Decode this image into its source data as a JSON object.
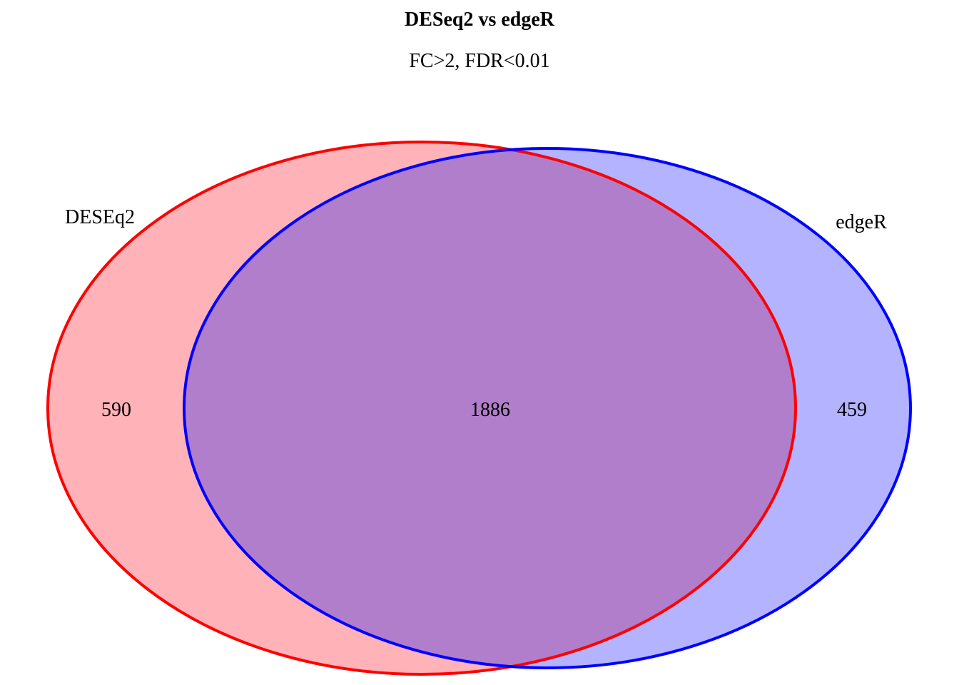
{
  "chart_data": {
    "type": "venn",
    "title": "DESeq2 vs edgeR",
    "subtitle": "FC>2, FDR<0.01",
    "sets": [
      {
        "name": "DESEq2",
        "only_count": "590",
        "fill": "#ffb3b8",
        "stroke": "#ff0000"
      },
      {
        "name": "edgeR",
        "only_count": "459",
        "fill": "#b3b3ff",
        "stroke": "#0000ff"
      }
    ],
    "intersection": {
      "count": "1886",
      "fill": "#b17ecb"
    }
  }
}
